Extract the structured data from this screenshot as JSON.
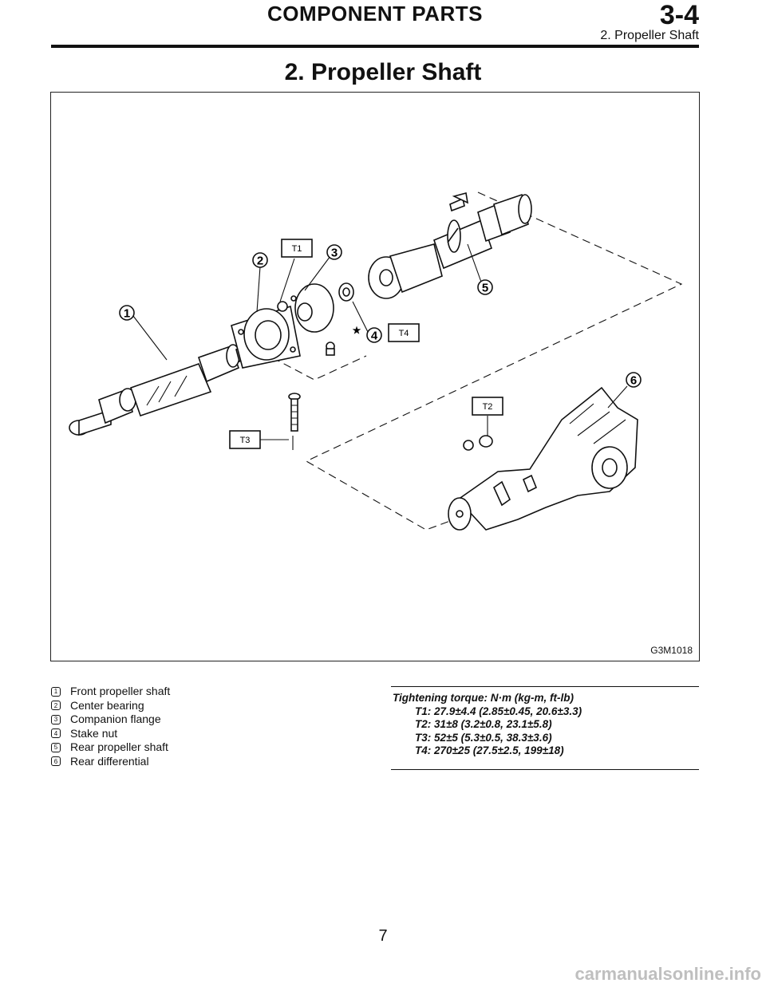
{
  "header": {
    "section": "COMPONENT PARTS",
    "chapter": "3-4",
    "subtitle": "2. Propeller Shaft"
  },
  "title": "2. Propeller Shaft",
  "figure": {
    "code": "G3M1018",
    "callouts": [
      "1",
      "2",
      "3",
      "4",
      "5",
      "6"
    ],
    "torque_labels": [
      "T1",
      "T2",
      "T3",
      "T4"
    ]
  },
  "legend": [
    {
      "num": "1",
      "label": "Front propeller shaft"
    },
    {
      "num": "2",
      "label": "Center bearing"
    },
    {
      "num": "3",
      "label": "Companion flange"
    },
    {
      "num": "4",
      "label": "Stake nut"
    },
    {
      "num": "5",
      "label": "Rear propeller shaft"
    },
    {
      "num": "6",
      "label": "Rear differential"
    }
  ],
  "torque": {
    "title": "Tightening torque: N·m (kg-m, ft-lb)",
    "lines": [
      "T1: 27.9±4.4 (2.85±0.45, 20.6±3.3)",
      "T2: 31±8 (3.2±0.8, 23.1±5.8)",
      "T3: 52±5 (5.3±0.5, 38.3±3.6)",
      "T4: 270±25 (27.5±2.5, 199±18)"
    ]
  },
  "page_number": "7",
  "watermark": "carmanualsonline.info"
}
